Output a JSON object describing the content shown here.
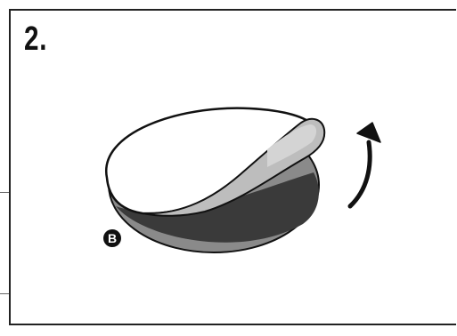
{
  "step": {
    "number": "2."
  },
  "illustration": {
    "callout_label": "B",
    "icons": [
      "peeling-disc-illustration",
      "curved-arrow-icon",
      "callout-b-badge"
    ],
    "colors": {
      "outline": "#111111",
      "front_face": "#ffffff",
      "underside_dark": "#3a3a3a",
      "underside_mid": "#888888",
      "flap_light": "#bdbdbd",
      "badge": "#111111"
    }
  }
}
